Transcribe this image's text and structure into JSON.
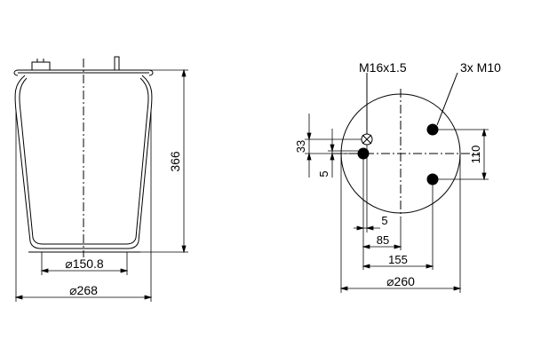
{
  "dimensions": {
    "height": "366",
    "outer_diameter": "268",
    "base_diameter": "150.8",
    "plate_diameter": "260",
    "dim_33": "33",
    "dim_5_vertical": "5",
    "dim_110": "110",
    "dim_5_horizontal": "5",
    "dim_85": "85",
    "dim_155": "155"
  },
  "callouts": {
    "air_fitting": "M16x1.5",
    "studs": "3x M10"
  },
  "symbols": {
    "diameter": "⌀"
  },
  "colors": {
    "line": "#000000",
    "background": "#ffffff"
  }
}
